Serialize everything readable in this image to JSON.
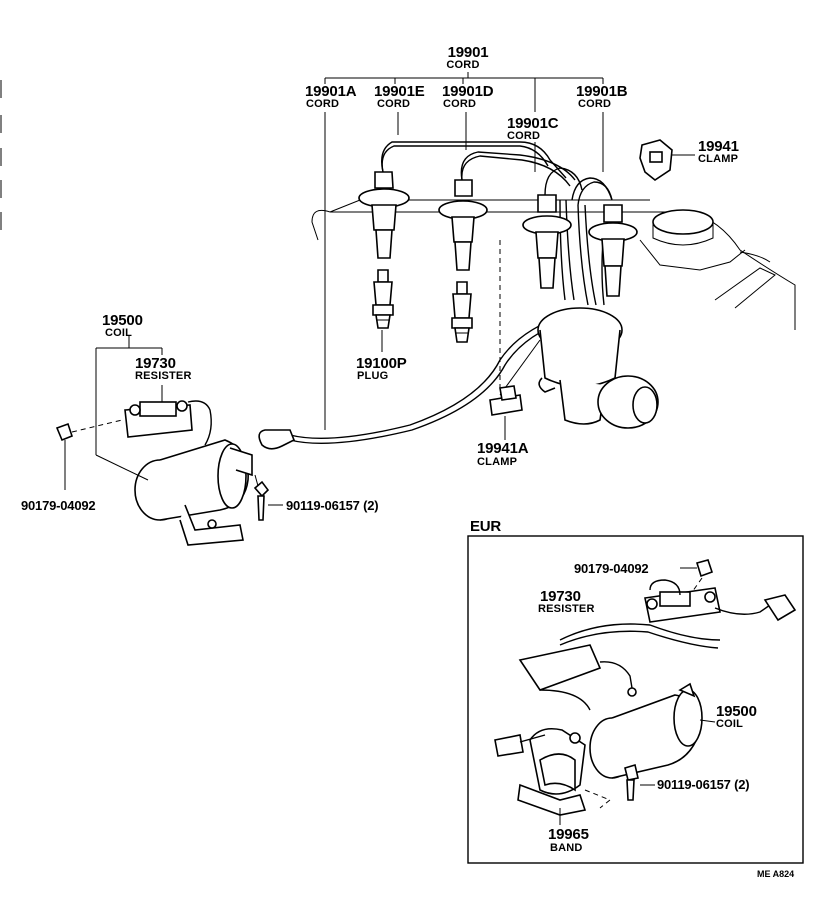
{
  "parts": {
    "cord_set": {
      "number": "19901",
      "name": "CORD"
    },
    "cord_a": {
      "number": "19901A",
      "name": "CORD"
    },
    "cord_e": {
      "number": "19901E",
      "name": "CORD"
    },
    "cord_d": {
      "number": "19901D",
      "name": "CORD"
    },
    "cord_c": {
      "number": "19901C",
      "name": "CORD"
    },
    "cord_b": {
      "number": "19901B",
      "name": "CORD"
    },
    "clamp_19941": {
      "number": "19941",
      "name": "CLAMP"
    },
    "clamp_19941a": {
      "number": "19941A",
      "name": "CLAMP"
    },
    "plug": {
      "number": "19100P",
      "name": "PLUG"
    },
    "coil": {
      "number": "19500",
      "name": "COIL"
    },
    "resister": {
      "number": "19730",
      "name": "RESISTER"
    },
    "nut": {
      "number": "90179-04092"
    },
    "bolt": {
      "number": "90119-06157 (2)"
    }
  },
  "eur": {
    "title": "EUR",
    "nut": {
      "number": "90179-04092"
    },
    "resister": {
      "number": "19730",
      "name": "RESISTER"
    },
    "coil": {
      "number": "19500",
      "name": "COIL"
    },
    "bolt": {
      "number": "90119-06157 (2)"
    },
    "band": {
      "number": "19965",
      "name": "BAND"
    }
  },
  "footer": {
    "code": "ME  A824"
  }
}
